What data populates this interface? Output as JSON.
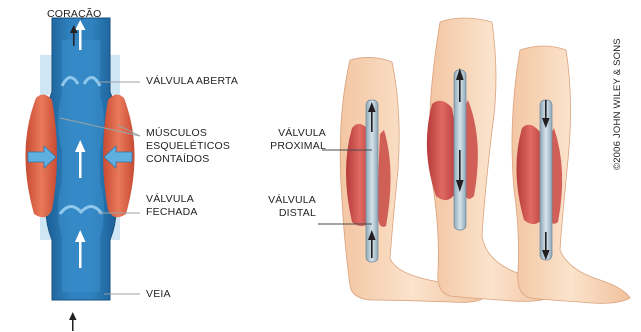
{
  "labels": {
    "heart": "CORAÇÃO",
    "open_valve": "VÁLVULA ABERTA",
    "muscles_line1": "MÚSCULOS",
    "muscles_line2": "ESQUELÉTICOS",
    "muscles_line3": "CONTAÍDOS",
    "closed_valve_line1": "VÁLVULA",
    "closed_valve_line2": "FECHADA",
    "vein": "VEIA",
    "proximal_valve_line1": "VÁLVULA",
    "proximal_valve_line2": "PROXIMAL",
    "distal_valve_line1": "VÁLVULA",
    "distal_valve_line2": "DISTAL"
  },
  "copyright": "©2006 JOHN WILEY & SONS",
  "colors": {
    "vein_dark": "#1f6aa5",
    "vein_light": "#6fb3e0",
    "muscle": "#e0684a",
    "skin": "#f6d2b4",
    "arrow_fill": "#5fb0e0"
  }
}
